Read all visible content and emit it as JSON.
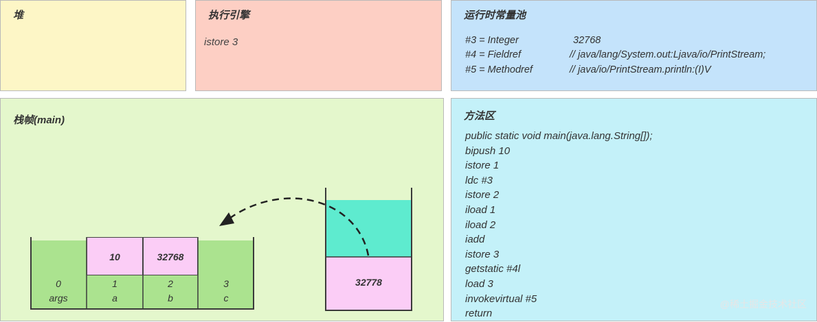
{
  "heap": {
    "title": "堆"
  },
  "engine": {
    "title": "执行引擎",
    "instruction": "istore 3"
  },
  "pool": {
    "title": "运行时常量池",
    "rows": [
      {
        "ref": "#3 = Integer",
        "value": "32768"
      },
      {
        "ref": "#4 = Fieldref",
        "value": "// java/lang/System.out:Ljava/io/PrintStream;"
      },
      {
        "ref": "#5 = Methodref",
        "value": "// java/io/PrintStream.println:(I)V"
      }
    ]
  },
  "frame": {
    "title": "栈帧(main)",
    "local_vars": [
      {
        "index": "0",
        "name": "args",
        "value": ""
      },
      {
        "index": "1",
        "name": "a",
        "value": "10"
      },
      {
        "index": "2",
        "name": "b",
        "value": "32768"
      },
      {
        "index": "3",
        "name": "c",
        "value": ""
      }
    ],
    "operand_stack": {
      "value": "32778"
    }
  },
  "method": {
    "title": "方法区",
    "lines": [
      "public static void main(java.lang.String[]);",
      "bipush 10",
      "istore 1",
      "ldc #3",
      "istore 2",
      "iload 1",
      "iload 2",
      "iadd",
      "istore 3",
      "getstatic #4l",
      "load 3",
      "invokevirtual #5",
      "return"
    ]
  },
  "watermark": "@稀土掘金技术社区",
  "colors": {
    "heap": "#fdf6c6",
    "engine": "#fdcfc4",
    "pool": "#c4e3fb",
    "frame": "#e4f7cc",
    "method": "#c4f1f9",
    "slot_green": "#abe38f",
    "value_pink": "#fbcdf6",
    "stack_teal": "#5eebcf"
  }
}
